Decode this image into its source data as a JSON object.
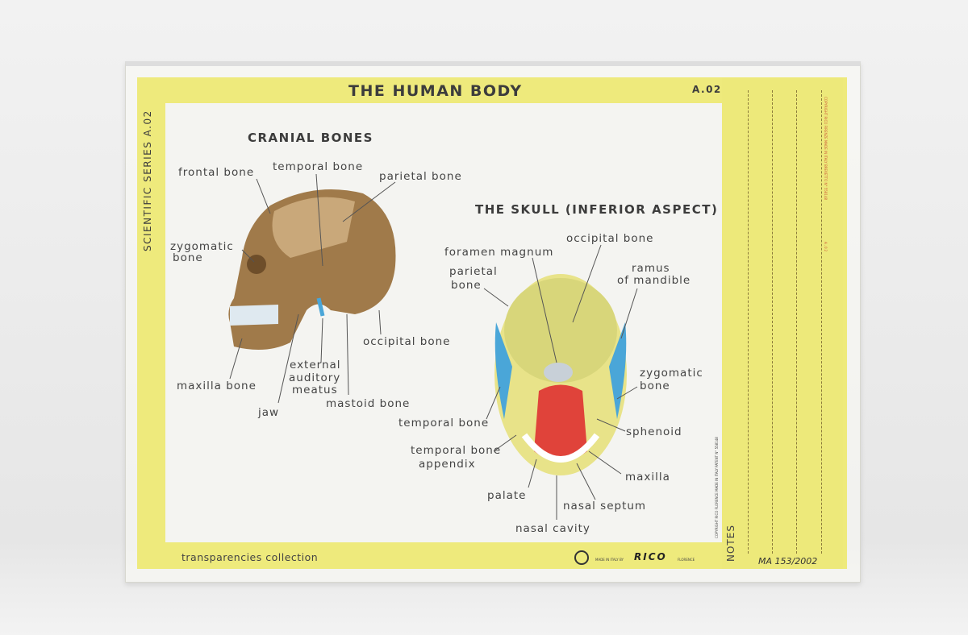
{
  "header": {
    "title": "THE HUMAN BODY",
    "code": "A.02",
    "series": "SCIENTIFIC SERIES  A.02"
  },
  "cranial": {
    "title": "CRANIAL BONES",
    "labels": {
      "frontal": "frontal bone",
      "temporal": "temporal bone",
      "parietal": "parietal bone",
      "zygomatic": "zygomatic",
      "zygomatic2": "bone",
      "occipital": "occipital bone",
      "maxilla": "maxilla bone",
      "external": "external",
      "auditory": "auditory",
      "meatus": "meatus",
      "mastoid": "mastoid bone",
      "jaw": "jaw"
    }
  },
  "skull": {
    "title": "THE SKULL (INFERIOR ASPECT)",
    "labels": {
      "foramen": "foramen magnum",
      "occipital": "occipital bone",
      "parietal": "parietal",
      "parietal2": "bone",
      "ramus": "ramus",
      "ramus2": "of mandible",
      "zygomatic": "zygomatic",
      "zygomatic2": "bone",
      "temporal": "temporal bone",
      "sphenoid": "sphenoid",
      "tba": "temporal bone",
      "tba2": "appendix",
      "maxilla": "maxilla",
      "palate": "palate",
      "septum": "nasal septum",
      "cavity": "nasal cavity"
    }
  },
  "footer": {
    "collection": "transparencies collection",
    "made": "MADE IN ITALY BY",
    "brand": "RICO",
    "city": "FLORENCE",
    "notes": "NOTES",
    "handwritten": "MA 153/2002",
    "copyright1": "COPYRIGHT RICO FLORENCE MADE IN ITALY PATENT N° 558148",
    "copyright2": "COPYRIGHT RICO FIRENZE MADE IN ITALY BREVETTO N° 558148",
    "code2": "A.02"
  }
}
